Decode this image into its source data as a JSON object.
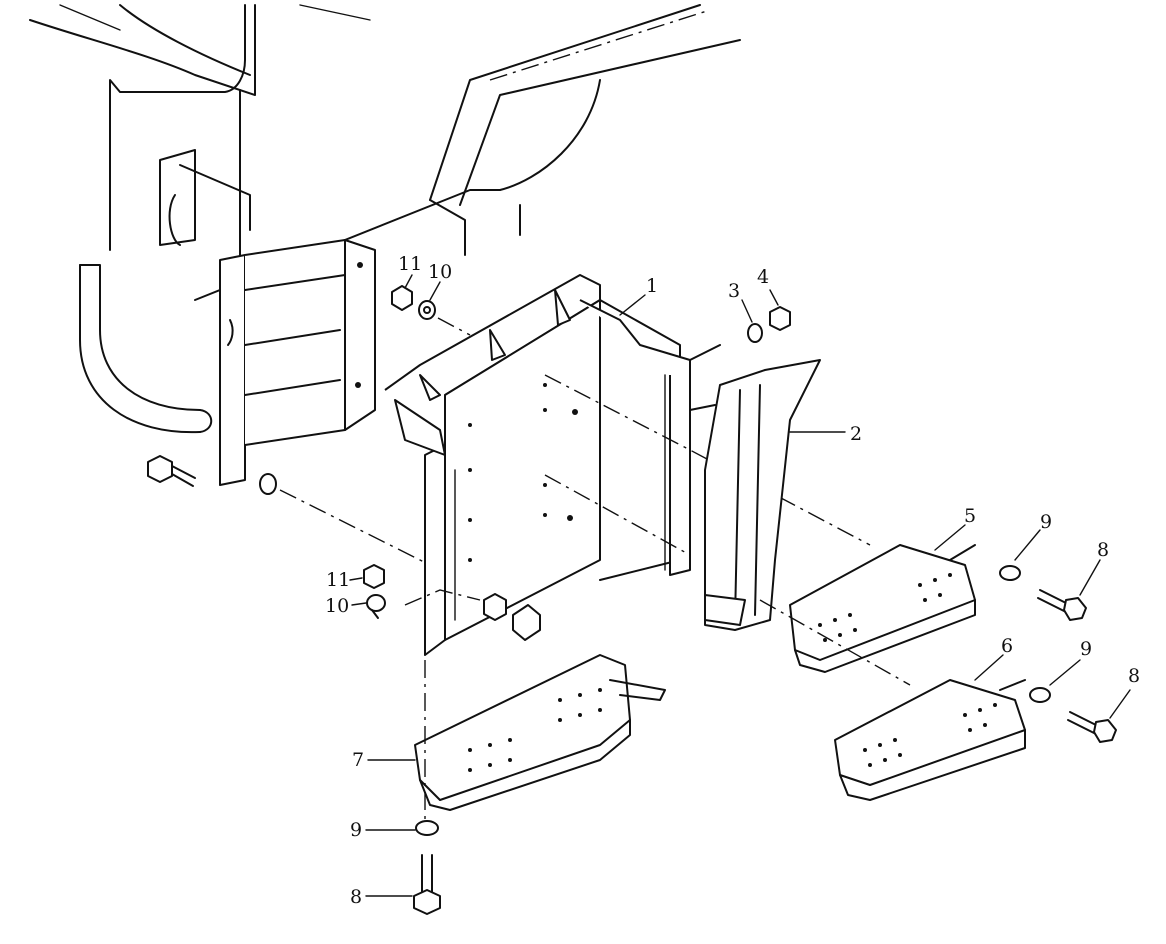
{
  "callouts": {
    "c1": "1",
    "c2": "2",
    "c3": "3",
    "c4": "4",
    "c5": "5",
    "c6": "6",
    "c7": "7",
    "c8a": "8",
    "c8b": "8",
    "c8c": "8",
    "c9a": "9",
    "c9b": "9",
    "c9c": "9",
    "c10a": "10",
    "c10b": "10",
    "c11a": "11",
    "c11b": "11"
  }
}
